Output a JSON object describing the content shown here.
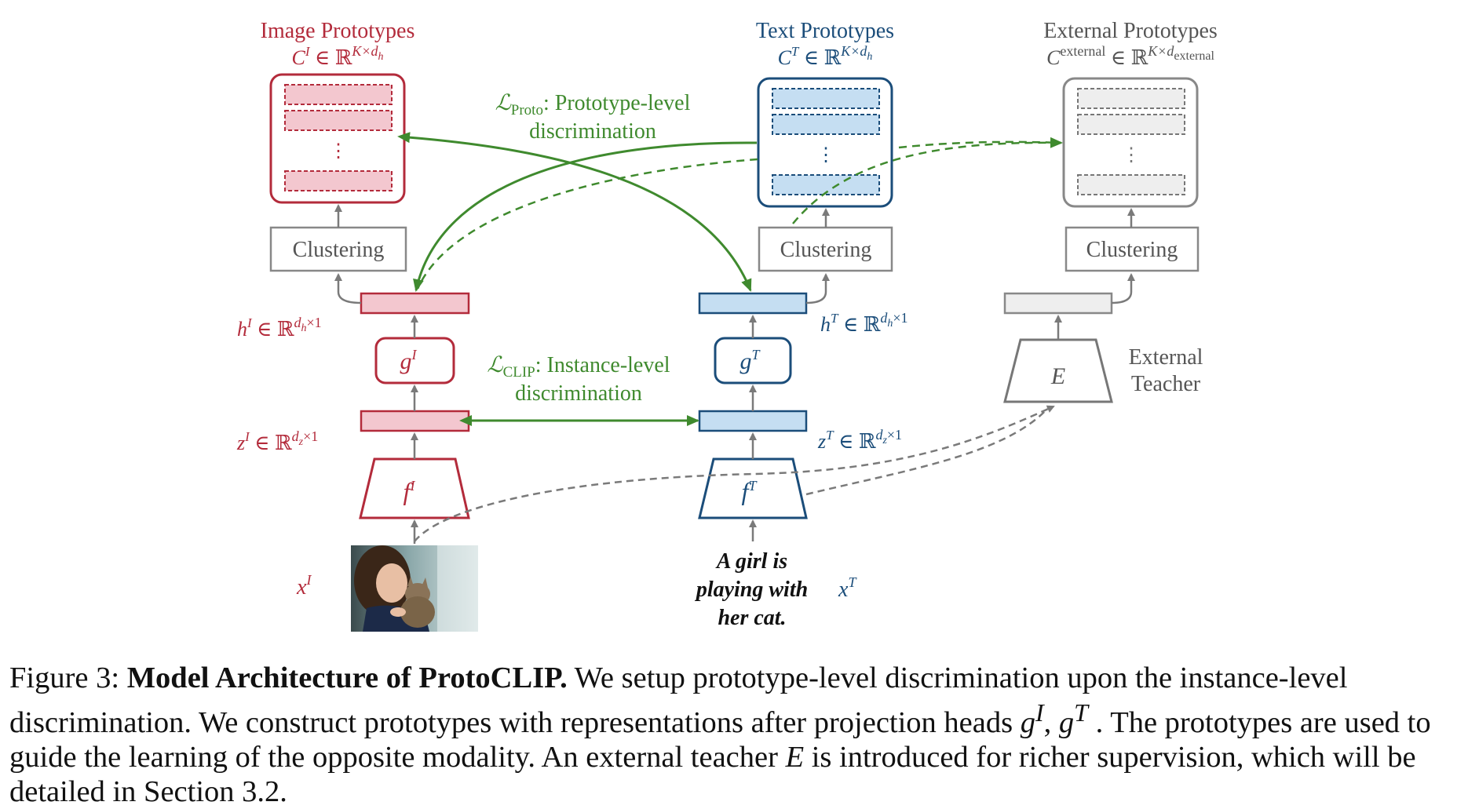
{
  "image_proto": {
    "title": "Image Prototypes",
    "formula": "C^I ∈ ℝ^{K×d_h}",
    "clustering": "Clustering",
    "h_label": "h^I ∈ ℝ^{d_h×1}",
    "g_label": "g^I",
    "z_label": "z^I ∈ ℝ^{d_z×1}",
    "f_label": "f^I",
    "x_label": "x^I",
    "color": "#b32b3b",
    "fill": "#f3c7cf"
  },
  "text_proto": {
    "title": "Text Prototypes",
    "formula": "C^T ∈ ℝ^{K×d_h}",
    "clustering": "Clustering",
    "h_label": "h^T ∈ ℝ^{d_h×1}",
    "g_label": "g^T",
    "z_label": "z^T ∈ ℝ^{d_z×1}",
    "f_label": "f^T",
    "x_label": "x^T",
    "input_text": [
      "A girl is",
      "playing with",
      "her cat."
    ],
    "color": "#1b4d7a",
    "fill": "#c5def2"
  },
  "external_proto": {
    "title": "External Prototypes",
    "formula": "C^external ∈ ℝ^{K×d_external}",
    "clustering": "Clustering",
    "teacher_symbol": "E",
    "teacher_label": [
      "External",
      "Teacher"
    ],
    "color": "#777777",
    "fill": "#eeeeee"
  },
  "losses": {
    "proto_symbol": "ℒ",
    "proto_sub": "Proto",
    "proto_text": ": Prototype-level",
    "proto_text2": "discrimination",
    "clip_symbol": "ℒ",
    "clip_sub": "CLIP",
    "clip_text": ": Instance-level",
    "clip_text2": "discrimination",
    "color": "#3f8a2e"
  },
  "caption": {
    "fig_num": "Figure 3:",
    "bold_title": "Model Architecture of ProtoCLIP.",
    "text_1": "We setup prototype-level discrimination upon the instance-level discrimination. We construct prototypes with representations after projection heads",
    "math_1": "g",
    "sup_1": "I",
    "text_2": ",",
    "math_2": "g",
    "sup_2": "T",
    "text_3": ". The prototypes are used to guide the learning of the opposite modality. An external teacher",
    "math_3": "E",
    "text_4": "is introduced for richer supervision, which will be detailed in Section 3.2."
  }
}
